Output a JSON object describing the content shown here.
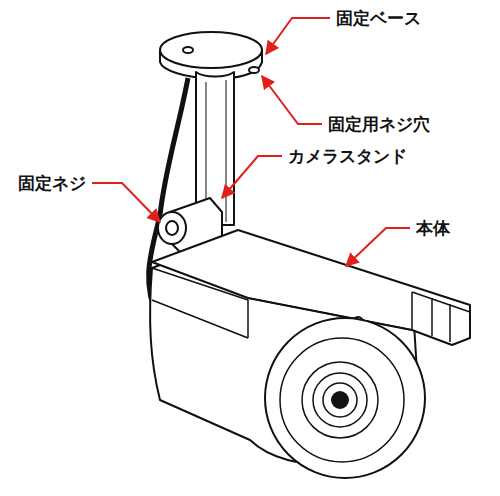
{
  "diagram": {
    "labels": [
      "固定ベース",
      "固定用ネジ穴",
      "カメラスタンド",
      "固定ネジ",
      "本体"
    ]
  }
}
